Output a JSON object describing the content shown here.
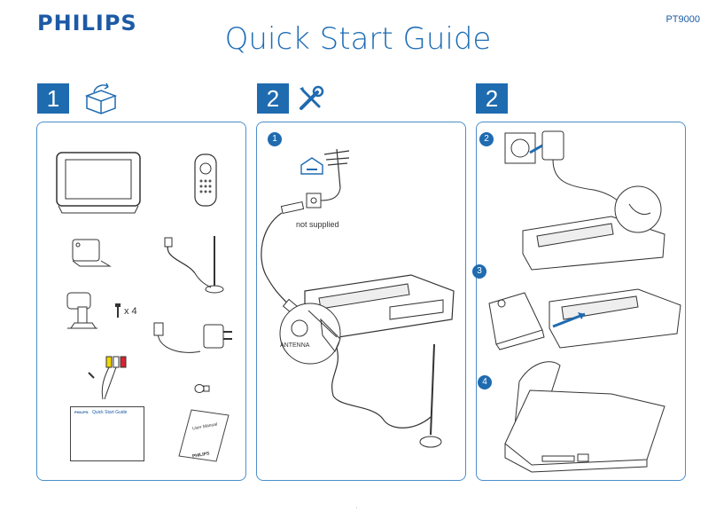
{
  "brand": "PHILIPS",
  "model": "PT9000",
  "title": "Quick Start Guide",
  "steps": [
    {
      "number": "1",
      "icon": "open-box-icon"
    },
    {
      "number": "2",
      "icon": "tools-icon"
    },
    {
      "number": "2",
      "icon": ""
    }
  ],
  "panel1": {
    "screws_qty": "x 4",
    "booklet_quick": "Quick Start Guide",
    "booklet_quick_brand": "PHILIPS",
    "booklet_manual": "User Manual",
    "booklet_manual_brand": "PHILIPS"
  },
  "panel2": {
    "sub1": "1",
    "not_supplied": "not supplied",
    "antenna_label": "ANTENNA"
  },
  "panel3": {
    "sub2": "2",
    "sub3": "3",
    "sub4": "4"
  },
  "footer": {
    "page_mark": "'"
  },
  "colors": {
    "accent": "#1f6bb0",
    "panel_border": "#4c8fcc",
    "line_art": "#333333"
  }
}
